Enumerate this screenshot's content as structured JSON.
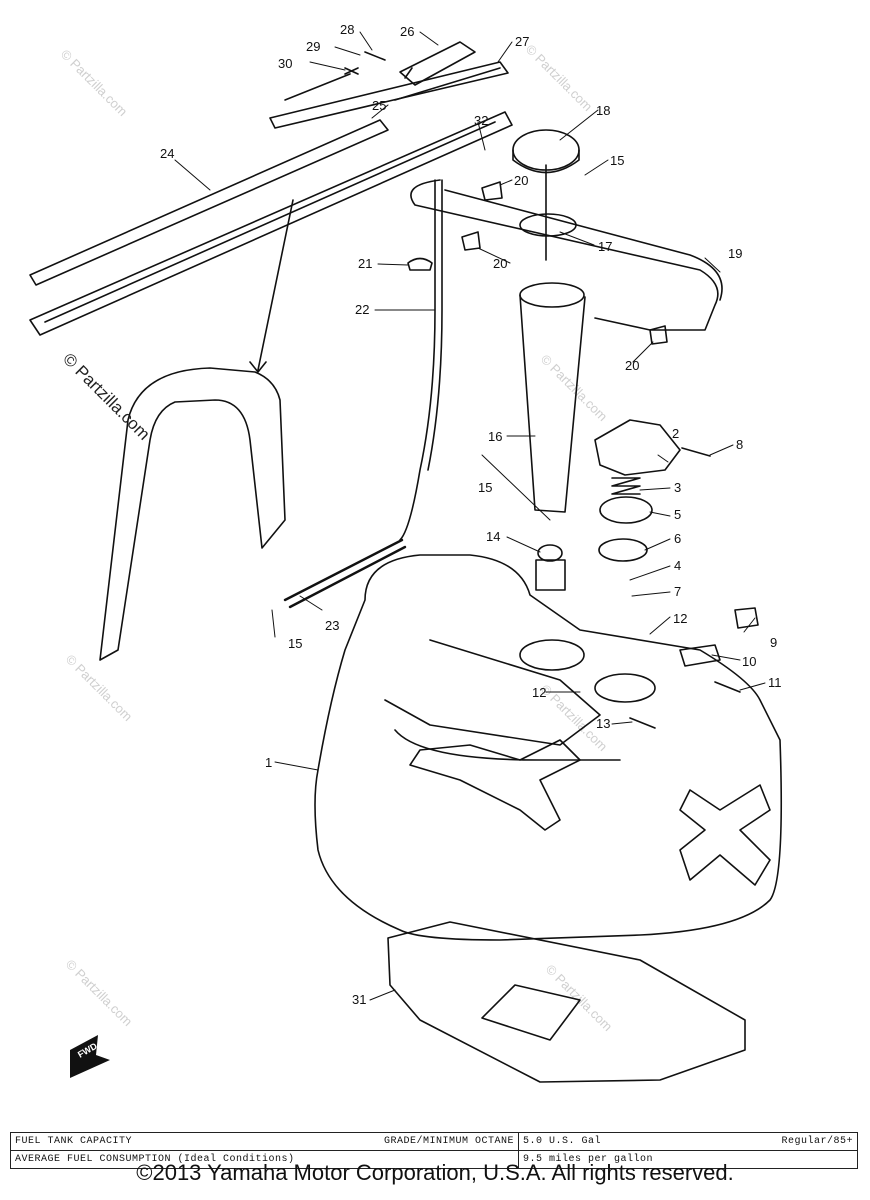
{
  "watermarks": {
    "small": "© Partzilla.com",
    "large": "© Partzilla.com"
  },
  "callouts": [
    "1",
    "2",
    "3",
    "4",
    "5",
    "6",
    "7",
    "8",
    "9",
    "10",
    "11",
    "12",
    "12",
    "13",
    "14",
    "15",
    "15",
    "15",
    "16",
    "17",
    "18",
    "19",
    "20",
    "20",
    "20",
    "21",
    "22",
    "23",
    "24",
    "25",
    "26",
    "27",
    "28",
    "29",
    "30",
    "31",
    "32"
  ],
  "fwd_label": "FWD",
  "spec_table": {
    "row1_label": "FUEL TANK CAPACITY",
    "row1_mid": "GRADE/MINIMUM OCTANE",
    "row1_value": "5.0 U.S. Gal",
    "row1_grade": "Regular/85+",
    "row2_label": "AVERAGE FUEL CONSUMPTION (Ideal Conditions)",
    "row2_value": "9.5 miles per gallon"
  },
  "copyright": "©2013 Yamaha Motor Corporation, U.S.A. All rights reserved."
}
